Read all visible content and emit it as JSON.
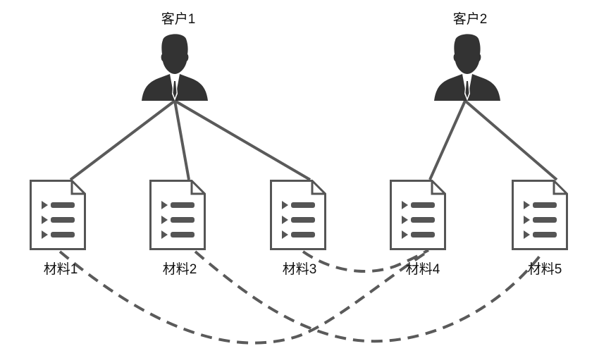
{
  "customers": [
    {
      "label": "客户1",
      "icon": "businessman-icon"
    },
    {
      "label": "客户2",
      "icon": "businessman-icon"
    }
  ],
  "materials": [
    {
      "label": "材料1",
      "icon": "document-list-icon"
    },
    {
      "label": "材料2",
      "icon": "document-list-icon"
    },
    {
      "label": "材料3",
      "icon": "document-list-icon"
    },
    {
      "label": "材料4",
      "icon": "document-list-icon"
    },
    {
      "label": "材料5",
      "icon": "document-list-icon"
    }
  ],
  "ownership_links": [
    {
      "from": "客户1",
      "to": "材料1"
    },
    {
      "from": "客户1",
      "to": "材料2"
    },
    {
      "from": "客户1",
      "to": "材料3"
    },
    {
      "from": "客户2",
      "to": "材料4"
    },
    {
      "from": "客户2",
      "to": "材料5"
    }
  ],
  "relation_links": [
    {
      "from": "材料1",
      "to": "材料4"
    },
    {
      "from": "材料2",
      "to": "材料5"
    },
    {
      "from": "材料3",
      "to": "材料4"
    }
  ],
  "colors": {
    "line": "#5a5a5a",
    "icon": "#333333",
    "doc_stroke": "#555555",
    "doc_fill": "#ffffff",
    "doc_bullets": "#555555",
    "text": "#111111"
  }
}
